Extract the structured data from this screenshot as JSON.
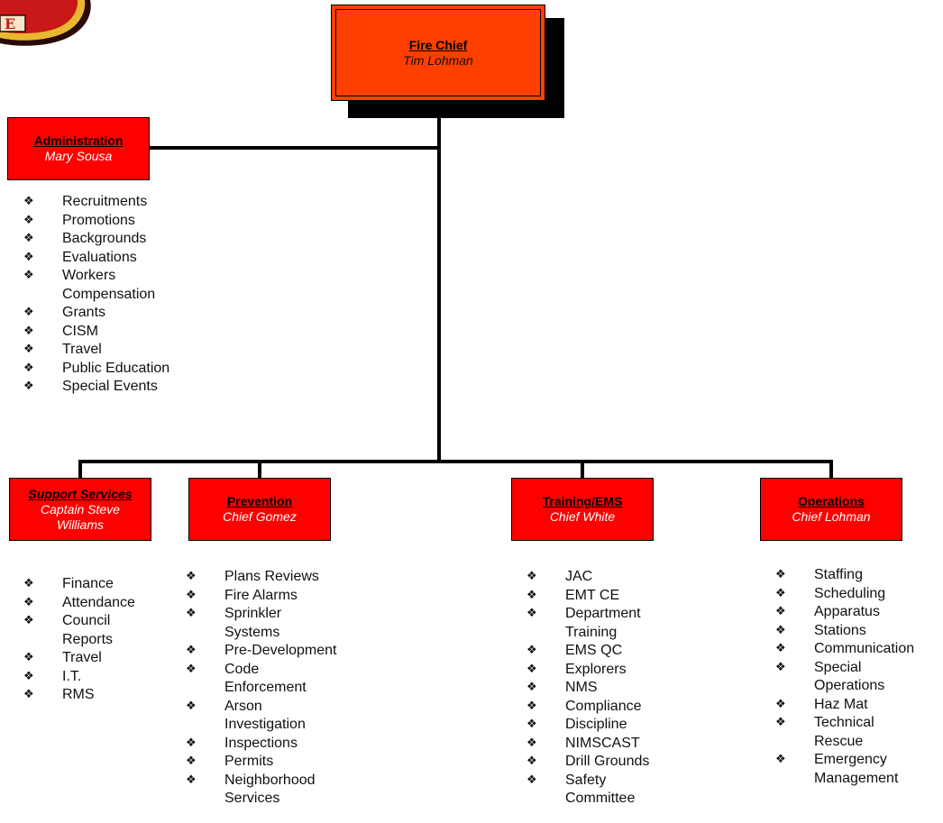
{
  "colors": {
    "chief_fill": "#ff3f00",
    "dept_fill": "#ff0000",
    "connector": "#000000"
  },
  "logo": {
    "icon": "fire-department-shield-logo",
    "text": "E"
  },
  "chief": {
    "title": "Fire Chief",
    "name": "Tim Lohman"
  },
  "admin": {
    "title": "Administration",
    "name": "Mary Sousa",
    "duties": [
      "Recruitments",
      "Promotions",
      "Backgrounds",
      "Evaluations",
      "Workers Compensation",
      "Grants",
      "CISM",
      "Travel",
      "Public Education",
      "Special Events"
    ]
  },
  "support": {
    "title": "Support Services",
    "name": "Captain Steve Williams",
    "duties": [
      "Finance",
      "Attendance",
      "Council Reports",
      "Travel",
      "I.T.",
      "RMS"
    ]
  },
  "prevention": {
    "title": "Prevention",
    "name": "Chief Gomez",
    "duties": [
      "Plans Reviews",
      "Fire Alarms",
      "Sprinkler Systems",
      "Pre-Development",
      "Code Enforcement",
      "Arson Investigation",
      "Inspections",
      "Permits",
      "Neighborhood Services"
    ]
  },
  "training": {
    "title": "Training/EMS",
    "name": "Chief White",
    "duties": [
      "JAC",
      "EMT CE",
      "Department Training",
      "EMS QC",
      "Explorers",
      "NMS",
      "Compliance",
      "Discipline",
      "NIMSCAST",
      "Drill Grounds",
      "Safety Committee"
    ]
  },
  "operations": {
    "title": "Operations",
    "name": "Chief Lohman",
    "duties": [
      "Staffing",
      "Scheduling",
      "Apparatus",
      "Stations",
      "Communication",
      "Special Operations",
      "Haz Mat",
      "Technical Rescue",
      "Emergency Management"
    ]
  }
}
